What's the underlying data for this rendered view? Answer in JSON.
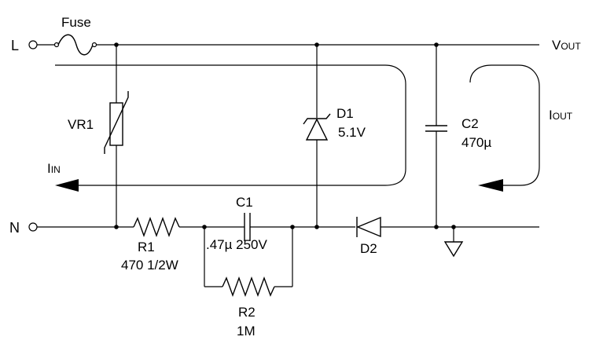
{
  "terminals": {
    "line": "L",
    "neutral": "N",
    "output_prefix": "V",
    "output_sub": "OUT"
  },
  "fuse": {
    "label": "Fuse"
  },
  "vr1": {
    "label": "VR1"
  },
  "d1": {
    "label": "D1",
    "value": "5.1V"
  },
  "c2": {
    "label": "C2",
    "value": "470µ"
  },
  "c1": {
    "label": "C1",
    "value": ".47µ 250V"
  },
  "r1": {
    "label": "R1",
    "value": "470 1/2W"
  },
  "r2": {
    "label": "R2",
    "value": "1M"
  },
  "d2": {
    "label": "D2"
  },
  "currents": {
    "in_prefix": "I",
    "in_sub": "IN",
    "out_prefix": "I",
    "out_sub": "OUT"
  }
}
